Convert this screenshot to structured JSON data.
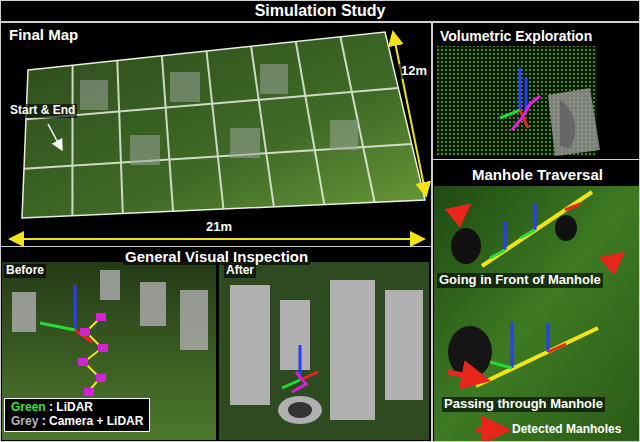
{
  "diagram": {
    "title": "Simulation Study",
    "nodes": [
      {
        "text": [
          "Final Map"
        ]
      },
      {
        "text": [
          "Volumetric Exploration"
        ]
      },
      {
        "text": [
          "General Visual Inspection"
        ]
      },
      {
        "text": [
          "Manhole Traversal"
        ]
      }
    ],
    "labels": [
      "Start & End",
      "12m",
      "21m",
      "Before",
      "After",
      "Going in Front of Manhole",
      "Passing through Manhole"
    ],
    "legend": [
      {
        "text": "Green : LiDAR"
      },
      {
        "text": "Grey : Camera + LiDAR"
      },
      {
        "text": "Detected Manholes"
      }
    ]
  }
}
